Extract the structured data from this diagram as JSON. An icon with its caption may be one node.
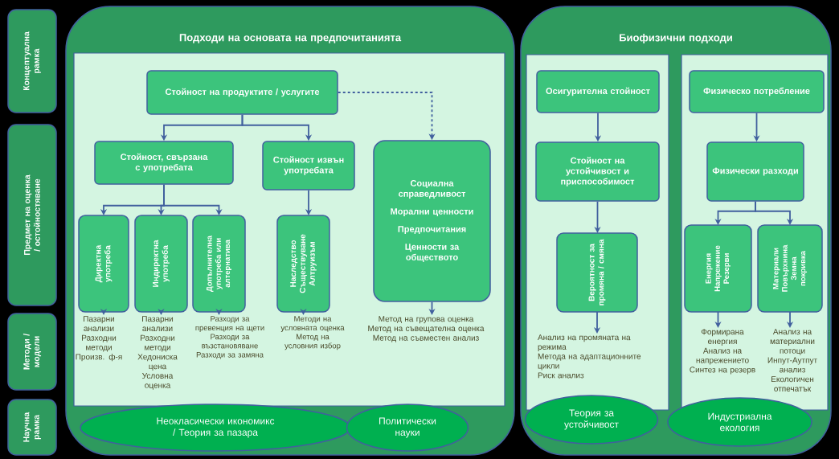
{
  "diagram": {
    "nodes": [
      {
        "text": [
          "Концептуална рамка"
        ]
      },
      {
        "text": [
          "Предмет на оценка / остойностяване"
        ]
      },
      {
        "text": [
          "Методи / модели"
        ]
      },
      {
        "text": [
          "Научна рамка"
        ]
      },
      {
        "text": [
          "Подходи на основата на предпочитанията"
        ]
      },
      {
        "text": [],
        "shape": "box",
        "in": 4
      },
      {
        "text": [
          "Стойност на продуктите / услугите"
        ],
        "in": 5
      },
      {
        "text": [
          "Стойност, свързана с употребата"
        ],
        "in": 5
      },
      {
        "text": [
          "Стойност извън употребата"
        ],
        "in": 5
      },
      {
        "text": [
          "Социална справедливост",
          "Морални ценности",
          "Предпочитания",
          "Ценности за обществото"
        ],
        "in": 5
      },
      {
        "text": [
          "Директна употреба"
        ],
        "in": 5
      },
      {
        "text": [
          "Индиректна употреба"
        ],
        "in": 5
      },
      {
        "text": [
          "Допълнителна употреба или алтернатива"
        ],
        "in": 5
      },
      {
        "text": [
          "Наследство",
          "Съществуване",
          "Алтруизъм"
        ],
        "in": 5
      },
      {
        "text": [
          "Пазарни анализи",
          "Разходни методи",
          "Произв. ф-я"
        ],
        "in": 5
      },
      {
        "text": [
          "Пазарни анализи",
          "Разходни методи",
          "Хедониска цена",
          "Условна оценка"
        ],
        "in": 5
      },
      {
        "text": [
          "Разходи за превенция на щети",
          "Разходи за възстановяване",
          "Разходи за замяна"
        ],
        "in": 5
      },
      {
        "text": [
          "Методи на условната оценка",
          "Метод на условния избор"
        ],
        "in": 5
      },
      {
        "text": [
          "Метод на групова оценка",
          "Метод на съвещателна оценка",
          "Метод на съвместен анализ"
        ],
        "in": 5
      },
      {
        "text": [
          "Неокласически икономикс / Теория за пазара"
        ],
        "in": 4
      },
      {
        "text": [
          "Политически науки"
        ],
        "in": 4
      },
      {
        "text": [
          "Биофизични подходи"
        ]
      },
      {
        "text": [],
        "shape": "box",
        "in": 21
      },
      {
        "text": [],
        "shape": "box",
        "in": 21
      },
      {
        "text": [
          "Осигурителна стойност"
        ],
        "in": 22
      },
      {
        "text": [
          "Стойност на устойчивост и приспособимост"
        ],
        "in": 22
      },
      {
        "text": [
          "Вероятност за промяна / смяна"
        ],
        "in": 22
      },
      {
        "text": [
          "Анализ на промяната на режима",
          "Метода на адаптационните цикли",
          "Риск анализ"
        ],
        "in": 22
      },
      {
        "text": [
          "Теория за устойчивост"
        ],
        "in": 21
      },
      {
        "text": [
          "Физическо потребление"
        ],
        "in": 23
      },
      {
        "text": [
          "Физически разходи"
        ],
        "in": 23
      },
      {
        "text": [
          "Енергия",
          "Напрежение",
          "Резерви"
        ],
        "in": 23
      },
      {
        "text": [
          "Материали",
          "Повърхнина",
          "Земна покривка"
        ],
        "in": 23
      },
      {
        "text": [
          "Формирана енергия",
          "Анализ на напрежението",
          "Синтез на резерв"
        ],
        "in": 23
      },
      {
        "text": [
          "Анализ на материални потоци",
          "Инпут-Аутпут анализ",
          "Екологичен отпечатък"
        ],
        "in": 23
      },
      {
        "text": [
          "Индустриална екология"
        ],
        "in": 21
      }
    ],
    "edges": [
      {
        "from": 6,
        "to": 7,
        "arrow": "to"
      },
      {
        "from": 6,
        "to": 8,
        "arrow": "to"
      },
      {
        "from": 6,
        "to": 9,
        "arrow": "to",
        "style": "dashed"
      },
      {
        "from": 7,
        "to": 10,
        "arrow": "to"
      },
      {
        "from": 7,
        "to": 11,
        "arrow": "to"
      },
      {
        "from": 7,
        "to": 12,
        "arrow": "to"
      },
      {
        "from": 8,
        "to": 13,
        "arrow": "to"
      },
      {
        "from": 10,
        "to": 14,
        "arrow": "to"
      },
      {
        "from": 11,
        "to": 15,
        "arrow": "to"
      },
      {
        "from": 12,
        "to": 16,
        "arrow": "to"
      },
      {
        "from": 13,
        "to": 17,
        "arrow": "to"
      },
      {
        "from": 9,
        "to": 18,
        "arrow": "to"
      },
      {
        "from": 24,
        "to": 25,
        "arrow": "to"
      },
      {
        "from": 25,
        "to": 26,
        "arrow": "to"
      },
      {
        "from": 26,
        "to": 27,
        "arrow": "to"
      },
      {
        "from": 29,
        "to": 30,
        "arrow": "to"
      },
      {
        "from": 30,
        "to": 31,
        "arrow": "to"
      },
      {
        "from": 30,
        "to": 32,
        "arrow": "to"
      },
      {
        "from": 31,
        "to": 33,
        "arrow": "to"
      },
      {
        "from": 32,
        "to": 34,
        "arrow": "to"
      }
    ]
  }
}
